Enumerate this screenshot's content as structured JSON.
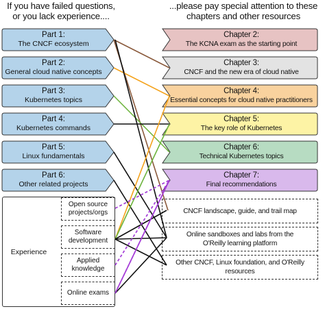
{
  "headers": {
    "left": [
      "If you have failed questions,",
      "or you lack experience...."
    ],
    "right": [
      "...please pay special attention to these",
      "chapters and other resources"
    ]
  },
  "parts": [
    {
      "title": "Part 1:",
      "subtitle": "The CNCF ecosystem"
    },
    {
      "title": "Part 2:",
      "subtitle": "General cloud native concepts"
    },
    {
      "title": "Part 3:",
      "subtitle": "Kubernetes topics"
    },
    {
      "title": "Part 4:",
      "subtitle": "Kubernetes commands"
    },
    {
      "title": "Part 5:",
      "subtitle": "Linux fundamentals"
    },
    {
      "title": "Part 6:",
      "subtitle": "Other related projects"
    }
  ],
  "chapters": [
    {
      "title": "Chapter 2:",
      "subtitle": "The KCNA exam as the starting point",
      "color": "#e7c3c3"
    },
    {
      "title": "Chapter 3:",
      "subtitle": "CNCF and the new era of cloud native",
      "color": "#e3e3e3"
    },
    {
      "title": "Chapter 4:",
      "subtitle": "Essential concepts for cloud native practitioners",
      "color": "#f9d29e"
    },
    {
      "title": "Chapter 5:",
      "subtitle": "The key role of Kubernetes",
      "color": "#fdf3a5"
    },
    {
      "title": "Chapter 6:",
      "subtitle": "Technical Kubernetes topics",
      "color": "#b7dcc2"
    },
    {
      "title": "Chapter 7:",
      "subtitle": "Final recommendations",
      "color": "#d9b9ec"
    }
  ],
  "resources": [
    [
      "CNCF landscape, guide, and trail map"
    ],
    [
      "Online sandboxes and labs from the",
      "O'Reilly learning platform"
    ],
    [
      "Other CNCF, Linux foundation, and O'Reilly",
      "resources"
    ]
  ],
  "experience": {
    "label": "Experience",
    "items": [
      [
        "Open source",
        "projects/orgs"
      ],
      [
        "Software",
        "development"
      ],
      [
        "Applied",
        "knowledge"
      ],
      [
        "Online exams"
      ]
    ]
  },
  "colors": {
    "part_fill": "#b4d3ea",
    "outline": "#333333",
    "brown": "#8a5a3c",
    "orange": "#f4a21b",
    "green": "#6db43d",
    "black": "#111111",
    "purple": "#a22fd6",
    "purple_dashed": "#a642d8"
  }
}
